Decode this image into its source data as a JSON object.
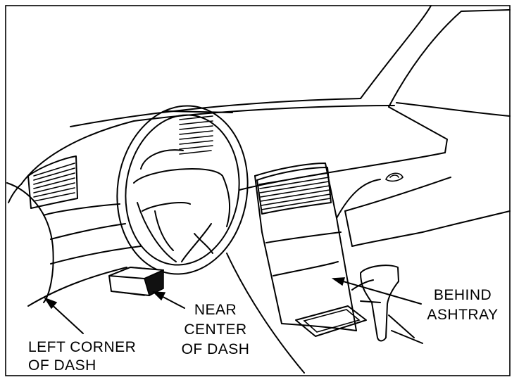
{
  "labels": {
    "left_corner": [
      "LEFT CORNER",
      "OF DASH"
    ],
    "near_center": [
      "NEAR",
      "CENTER",
      "OF DASH"
    ],
    "behind_ashtray": [
      "BEHIND",
      "ASHTRAY"
    ]
  },
  "colors": {
    "line": "#000000",
    "background": "#ffffff",
    "connector_face": "#111111"
  }
}
